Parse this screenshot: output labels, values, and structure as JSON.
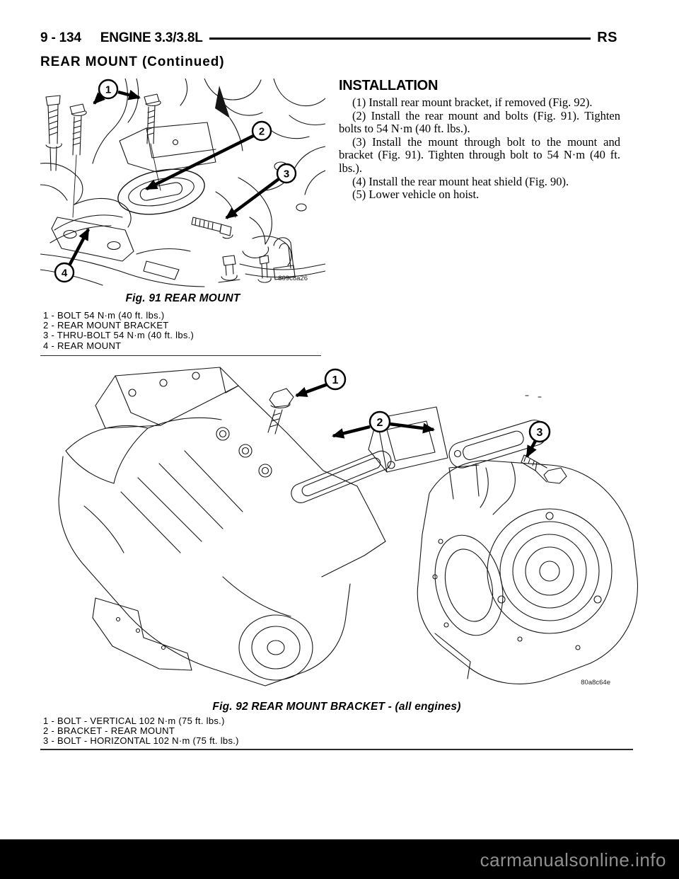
{
  "header": {
    "page_number": "9 - 134",
    "section": "ENGINE 3.3/3.8L",
    "code": "RS"
  },
  "subheader": "REAR MOUNT (Continued)",
  "installation": {
    "heading": "INSTALLATION",
    "steps": [
      "(1) Install rear mount bracket, if removed (Fig. 92).",
      "(2) Install the rear mount and bolts (Fig. 91). Tighten bolts to 54 N·m (40 ft. lbs.).",
      "(3) Install the mount through bolt to the mount and bracket (Fig. 91). Tighten through bolt to 54 N·m (40 ft. lbs.).",
      "(4) Install the rear mount heat shield (Fig. 90).",
      "(5) Lower vehicle on hoist."
    ]
  },
  "fig91": {
    "caption": "Fig. 91 REAR MOUNT",
    "watermark": "809c8a26",
    "callouts": [
      "1",
      "2",
      "3",
      "4"
    ],
    "legend": [
      "1 - BOLT 54 N·m (40 ft. lbs.)",
      "2 - REAR MOUNT BRACKET",
      "3 - THRU-BOLT 54 N·m (40 ft. lbs.)",
      "4 - REAR MOUNT"
    ]
  },
  "fig92": {
    "caption": "Fig. 92 REAR MOUNT BRACKET - (all engines)",
    "watermark": "80a8c64e",
    "callouts": [
      "1",
      "2",
      "3"
    ],
    "legend": [
      "1 - BOLT - VERTICAL 102 N·m (75 ft. lbs.)",
      "2 - BRACKET - REAR MOUNT",
      "3 - BOLT - HORIZONTAL 102 N·m (75 ft. lbs.)"
    ]
  },
  "footer": {
    "watermark": "carmanualsonline.info"
  }
}
